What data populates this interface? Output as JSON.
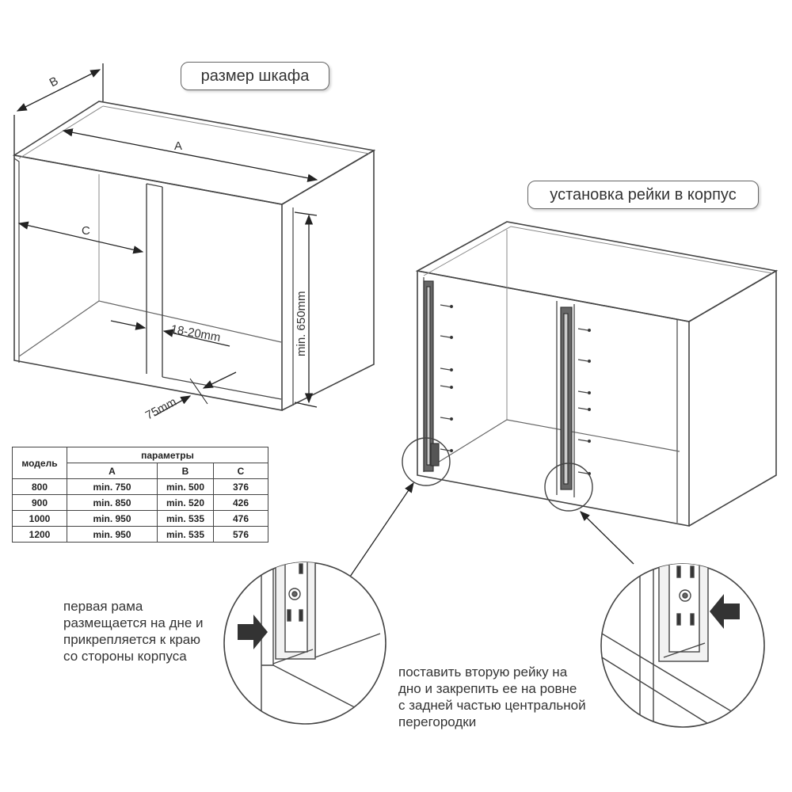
{
  "titles": {
    "cabinet_size": "размер шкафа",
    "rail_install": "установка рейки в корпус"
  },
  "dimensions": {
    "a": "A",
    "b": "B",
    "c": "C",
    "partition": "18-20mm",
    "height": "min. 650mm",
    "offset": "75mm"
  },
  "table": {
    "model_header": "модель",
    "params_header": "параметры",
    "columns": [
      "A",
      "B",
      "C"
    ],
    "rows": [
      {
        "model": "800",
        "a": "min. 750",
        "b": "min. 500",
        "c": "376"
      },
      {
        "model": "900",
        "a": "min. 850",
        "b": "min. 520",
        "c": "426"
      },
      {
        "model": "1000",
        "a": "min. 950",
        "b": "min. 535",
        "c": "476"
      },
      {
        "model": "1200",
        "a": "min. 950",
        "b": "min. 535",
        "c": "576"
      }
    ]
  },
  "notes": {
    "first_frame": "первая рама\nразмещается на дне и\nприкрепляется к краю\nсо стороны корпуса",
    "second_rail": "поставить вторую рейку на\nдно и закрепить ее на ровне\nс задней частью центральной\nперегородки"
  }
}
